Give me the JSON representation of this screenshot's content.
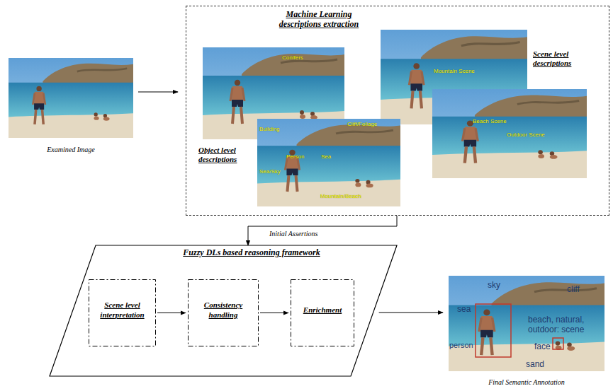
{
  "diagram": {
    "nodes": [
      {
        "text": [
          "Examined Image"
        ]
      },
      {
        "text": [
          "Machine Learning descriptions extraction"
        ]
      },
      {
        "text": [
          "Fuzzy DLs based reasoning framework"
        ]
      },
      {
        "text": [
          "Scene level interpretation"
        ],
        "in": 2
      },
      {
        "text": [
          "Consistency handling"
        ],
        "in": 2
      },
      {
        "text": [
          "Enrichment"
        ],
        "in": 2
      },
      {
        "text": [
          "Final Semantic Annotation"
        ]
      }
    ],
    "edges": [
      {
        "from": 0,
        "to": 1,
        "arrow": "to"
      },
      {
        "from": 1,
        "to": 2,
        "label": "Initial Assertions",
        "arrow": "to"
      },
      {
        "from": 3,
        "to": 4,
        "arrow": "to"
      },
      {
        "from": 4,
        "to": 5,
        "arrow": "to"
      },
      {
        "from": 2,
        "to": 6,
        "arrow": "to"
      }
    ],
    "labels": [
      "Conifers",
      "Building",
      "Cliff/Foliage",
      "Person",
      "Sea",
      "Sea/Sky",
      "Mountain/Beach",
      "Object level descriptions",
      "Mountain Scene",
      "Scene level descriptions",
      "Beach Scene",
      "Outdoor Scene",
      "sky",
      "cliff",
      "sea",
      "person",
      "beach, natural, outdoor: scene",
      "face",
      "sand"
    ]
  }
}
